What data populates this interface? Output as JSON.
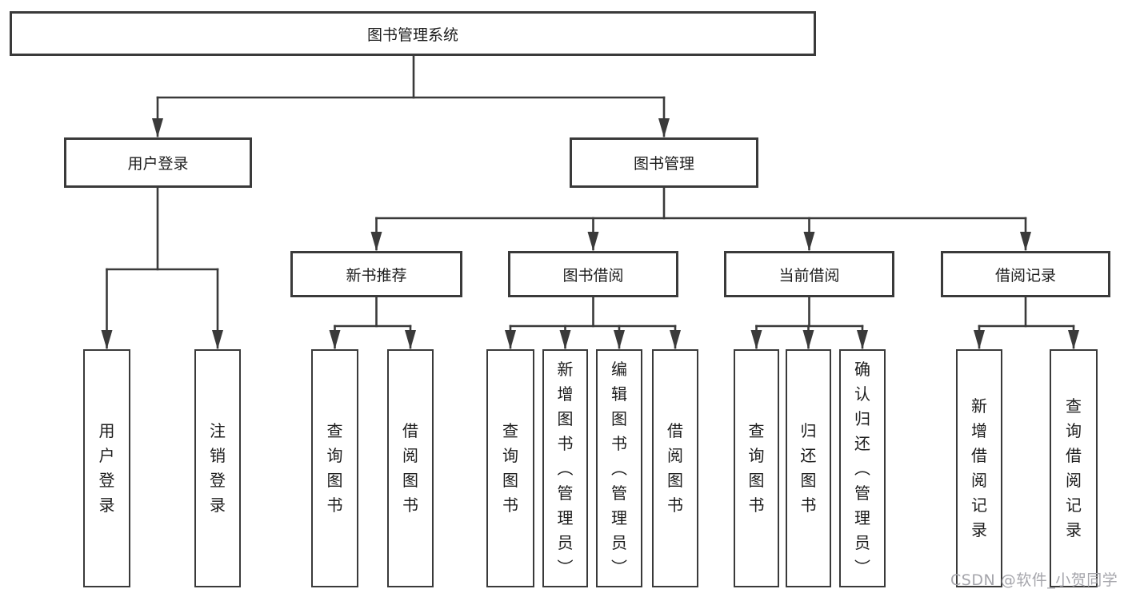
{
  "colors": {
    "line": "#3a3a3a",
    "box_border": "#3a3a3a",
    "text": "#1c1c1c",
    "watermark": "#a5a5ab",
    "background": "#ffffff"
  },
  "watermark": "CSDN @软件_小贺同学",
  "tree": {
    "root": "图书管理系统",
    "branches": [
      {
        "label": "用户登录",
        "leaves": [
          "用户登录",
          "注销登录"
        ]
      },
      {
        "label": "图书管理",
        "groups": [
          {
            "label": "新书推荐",
            "leaves": [
              "查询图书",
              "借阅图书"
            ]
          },
          {
            "label": "图书借阅",
            "leaves": [
              "查询图书",
              "新增图书（管理员）",
              "编辑图书（管理员）",
              "借阅图书"
            ]
          },
          {
            "label": "当前借阅",
            "leaves": [
              "查询图书",
              "归还图书",
              "确认归还（管理员）"
            ]
          },
          {
            "label": "借阅记录",
            "leaves": [
              "新增借阅记录",
              "查询借阅记录"
            ]
          }
        ]
      }
    ]
  }
}
